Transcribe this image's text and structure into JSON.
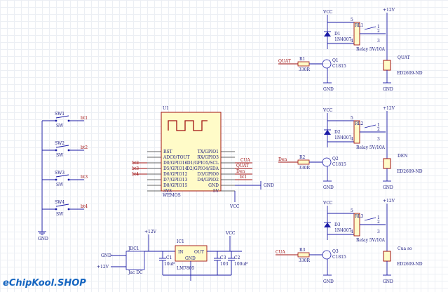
{
  "brand": "eChipKool.SHOP",
  "mcu": {
    "ref": "U1",
    "name": "WEMOS",
    "left_pins": [
      "RST",
      "ADC0/TOUT",
      "D0/GPIO16",
      "D5/GPIO14",
      "D6/GPIO12",
      "D7/GPIO13",
      "D8/GPIO15",
      "3V3"
    ],
    "right_pins": [
      "TX/GPIO1",
      "RX/GPIO3",
      "D1/GPIO5/SCL",
      "D2/GPIO4/SDA",
      "D3/GPIO0",
      "D4/GPIO2",
      "GND",
      "5V"
    ],
    "left_nets": [
      "bt2",
      "bt3",
      "bt4"
    ],
    "right_nets": [
      "CUA",
      "QUAT",
      "Den",
      "bt1"
    ],
    "gnd_label": "GND",
    "vcc_label": "VCC"
  },
  "switches": [
    {
      "ref": "SW1",
      "type": "SW",
      "net": "bt1"
    },
    {
      "ref": "SW2",
      "type": "SW",
      "net": "bt2"
    },
    {
      "ref": "SW3",
      "type": "SW",
      "net": "bt3"
    },
    {
      "ref": "SW4",
      "type": "SW",
      "net": "bt4"
    }
  ],
  "switch_gnd": "GND",
  "relays": [
    {
      "vcc": "VCC",
      "v12": "+12V",
      "diode_ref": "D1",
      "diode": "1N4007",
      "relay_ref": "RL1",
      "relay": "Relay 5V/10A",
      "pins": [
        "1",
        "2",
        "3",
        "4",
        "5"
      ],
      "r_ref": "R1",
      "r_val": "330R",
      "q_ref": "Q1",
      "q_val": "C1815",
      "input": "QUAT",
      "out_name": "QUAT",
      "conn": "ED2609-ND",
      "gnd1": "GND",
      "gnd2": "GND"
    },
    {
      "vcc": "VCC",
      "v12": "+12V",
      "diode_ref": "D2",
      "diode": "1N4007",
      "relay_ref": "RL2",
      "relay": "Relay 5V/10A",
      "pins": [
        "1",
        "2",
        "3",
        "4",
        "5"
      ],
      "r_ref": "R2",
      "r_val": "330R",
      "q_ref": "Q2",
      "q_val": "C1815",
      "input": "Den",
      "out_name": "DEN",
      "conn": "ED2609-ND",
      "gnd1": "GND",
      "gnd2": "GND"
    },
    {
      "vcc": "VCC",
      "v12": "+12V",
      "diode_ref": "D3",
      "diode": "1N4007",
      "relay_ref": "RL3",
      "relay": "Relay 5V/10A",
      "pins": [
        "1",
        "2",
        "3",
        "4",
        "5"
      ],
      "r_ref": "R3",
      "r_val": "330R",
      "q_ref": "Q3",
      "q_val": "C1815",
      "input": "CUA",
      "out_name": "Cua so",
      "conn": "ED2609-ND",
      "gnd1": "GND",
      "gnd2": "GND"
    }
  ],
  "power": {
    "jack_ref": "JDC1",
    "jack": "Jac DC",
    "gnd": "GND",
    "v12_in": "+12V",
    "v12": "+12V",
    "vcc": "VCC",
    "reg_ref": "IC1",
    "reg": "LM7805",
    "in": "IN",
    "out": "OUT",
    "reg_gnd": "GND",
    "c1_ref": "C1",
    "c1": "10uF",
    "c3_ref": "C3",
    "c3": "103",
    "c2_ref": "C2",
    "c2": "100uF"
  }
}
